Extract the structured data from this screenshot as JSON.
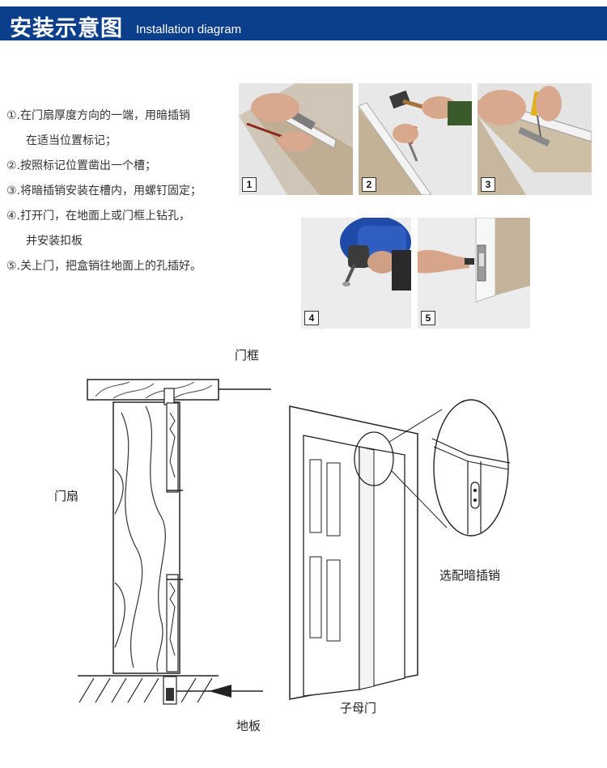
{
  "header": {
    "title_cn": "安装示意图",
    "title_en": "Installation diagram",
    "bg_color": "#0b3f8c"
  },
  "steps": [
    "①.在门扇厚度方向的一端，用暗插销",
    "在适当位置标记；",
    "②.按照标记位置凿出一个槽；",
    "③.将暗插销安装在槽内，用螺钉固定；",
    "④.打开门，在地面上或门框上钻孔，",
    "并安装扣板",
    "⑤.关上门，把盒销往地面上的孔插好。"
  ],
  "photos": [
    {
      "num": "1",
      "subject": "hand-marking-door-edge"
    },
    {
      "num": "2",
      "subject": "hammer-and-chisel"
    },
    {
      "num": "3",
      "subject": "screwdriver-fixing-bolt"
    },
    {
      "num": "4",
      "subject": "drilling-floor"
    },
    {
      "num": "5",
      "subject": "installing-strike-plate"
    }
  ],
  "diagram": {
    "frame_label": "门框",
    "leaf_label": "门扇",
    "floor_label": "地板",
    "double_door_label": "子母门",
    "bolt_label": "选配暗插销"
  }
}
